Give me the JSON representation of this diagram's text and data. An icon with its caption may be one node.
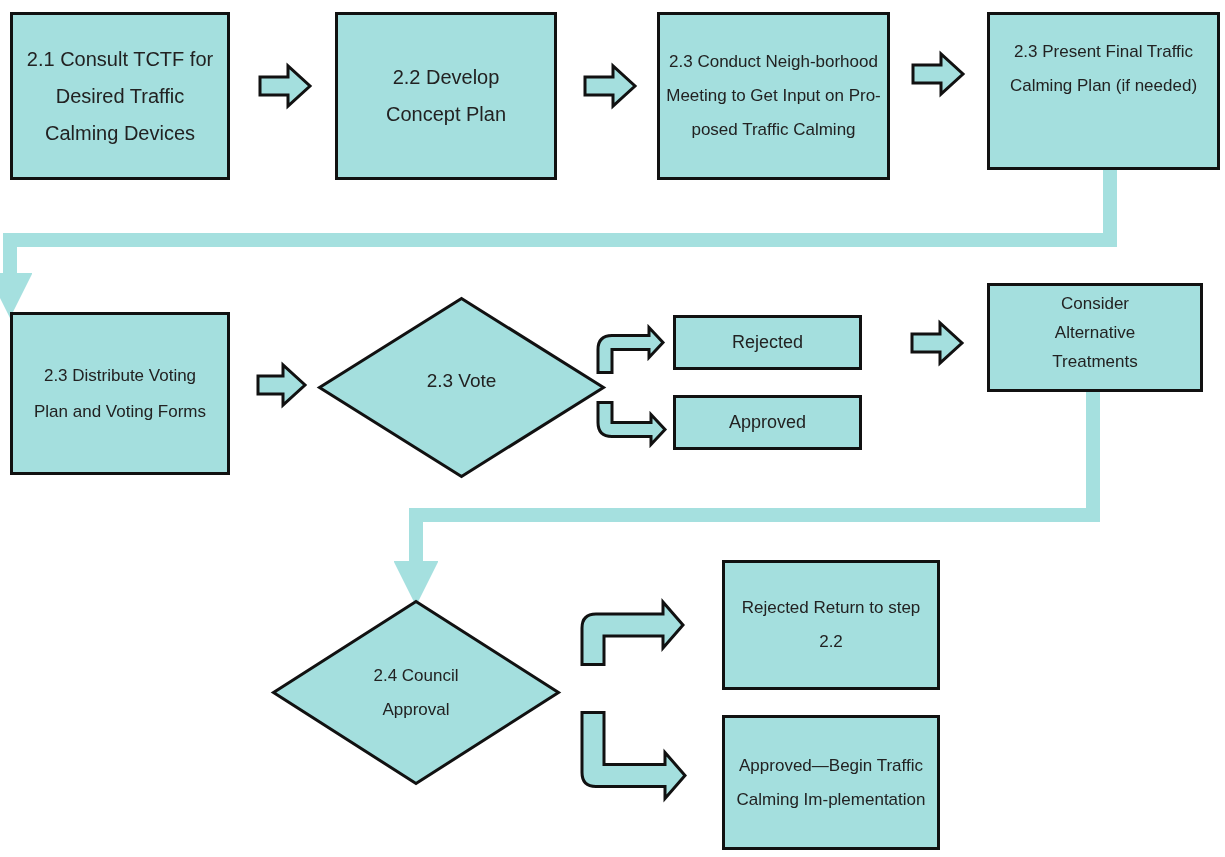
{
  "diagram": {
    "nodes": [
      {
        "text": [
          "2.1 Consult TCTF for Desired Traffic Calming Devices"
        ]
      },
      {
        "text": [
          "2.2 Develop Concept Plan"
        ]
      },
      {
        "text": [
          "2.3 Conduct Neigh-borhood Meeting to Get Input on Pro-posed Traffic Calming"
        ]
      },
      {
        "text": [
          "2.3 Present Final Traffic Calming Plan (if needed)"
        ]
      },
      {
        "text": [
          "2.3 Distribute Voting Plan and Voting Forms"
        ]
      },
      {
        "text": [
          "2.3 Vote"
        ]
      },
      {
        "text": [
          "Rejected"
        ]
      },
      {
        "text": [
          "Approved"
        ]
      },
      {
        "text": [
          "Consider Alternative Treatments"
        ]
      },
      {
        "text": [
          "2.4 Council Approval"
        ]
      },
      {
        "text": [
          "Rejected Return to step 2.2"
        ]
      },
      {
        "text": [
          "Approved—Begin Traffic Calming Im-plementation"
        ]
      }
    ],
    "edges": [
      {
        "from": 0,
        "to": 1,
        "arrow": "to"
      },
      {
        "from": 1,
        "to": 2,
        "arrow": "to"
      },
      {
        "from": 2,
        "to": 3,
        "arrow": "to"
      },
      {
        "from": 3,
        "to": 4,
        "arrow": "to",
        "color": "#a5e0df"
      },
      {
        "from": 4,
        "to": 5,
        "arrow": "to"
      },
      {
        "from": 5,
        "to": 6,
        "arrow": "to"
      },
      {
        "from": 5,
        "to": 7,
        "arrow": "to"
      },
      {
        "from": 6,
        "to": 8,
        "arrow": "to"
      },
      {
        "from": 8,
        "to": 9,
        "arrow": "to",
        "color": "#a5e0df"
      },
      {
        "from": 9,
        "to": 10,
        "arrow": "to"
      },
      {
        "from": 9,
        "to": 11,
        "arrow": "to"
      }
    ]
  }
}
